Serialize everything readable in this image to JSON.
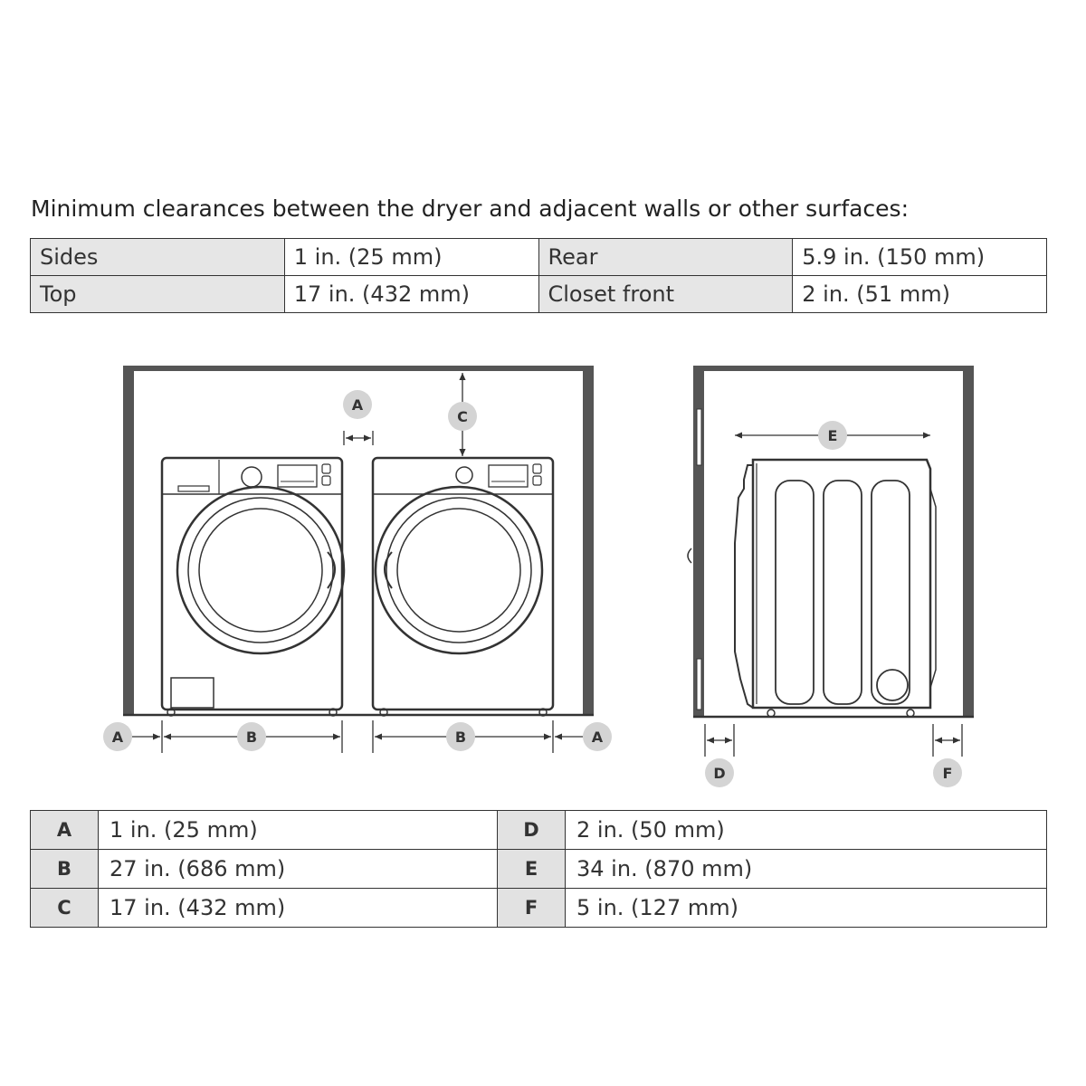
{
  "heading": "Minimum clearances between the dryer and adjacent walls or other surfaces:",
  "clearance_table": [
    {
      "label1": "Sides",
      "value1": "1 in. (25 mm)",
      "label2": "Rear",
      "value2": "5.9 in. (150 mm)"
    },
    {
      "label1": "Top",
      "value1": "17 in. (432 mm)",
      "label2": "Closet front",
      "value2": "2 in. (51 mm)"
    }
  ],
  "callouts": {
    "a": "A",
    "b": "B",
    "c": "C",
    "d": "D",
    "e": "E",
    "f": "F"
  },
  "legend": [
    {
      "key1": "A",
      "val1": "1 in. (25 mm)",
      "key2": "D",
      "val2": "2 in. (50 mm)"
    },
    {
      "key1": "B",
      "val1": "27 in. (686 mm)",
      "key2": "E",
      "val2": "34 in. (870 mm)"
    },
    {
      "key1": "C",
      "val1": "17 in. (432 mm)",
      "key2": "F",
      "val2": "5 in. (127 mm)"
    }
  ],
  "colors": {
    "wall": "#555555",
    "callout_fill": "#d4d4d4",
    "label_cell": "#e6e6e6"
  }
}
